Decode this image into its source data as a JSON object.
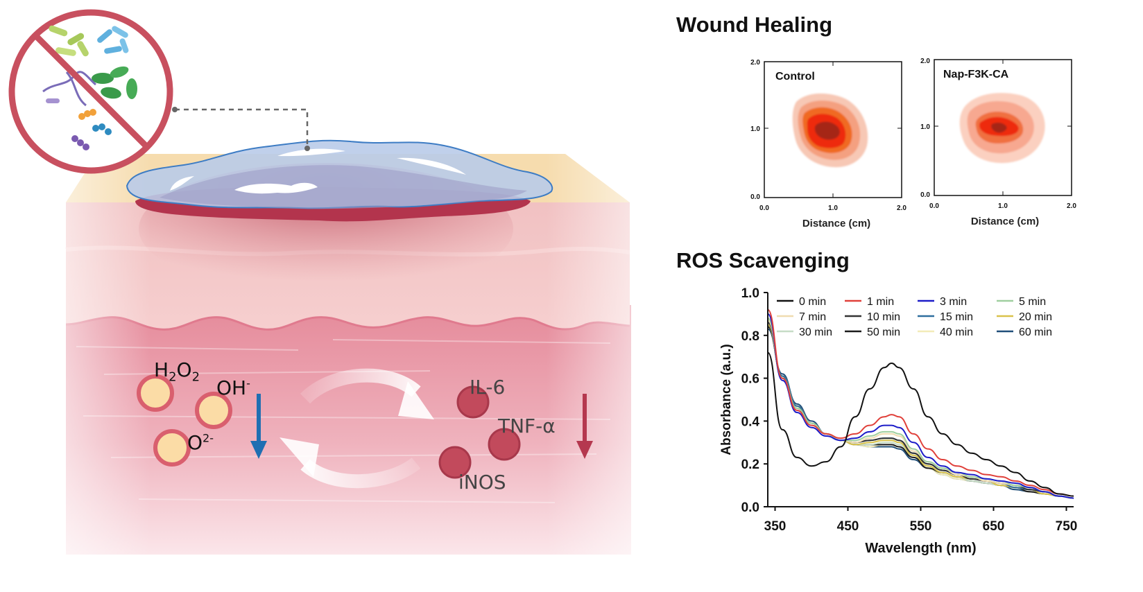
{
  "illustration": {
    "ros": {
      "h2o2_main": "H",
      "h2o2_sub1": "2",
      "h2o2_o": "O",
      "h2o2_sub2": "2",
      "oh_main": "OH",
      "oh_sup": "-",
      "o2_main": "O",
      "o2_sup": "2-"
    },
    "cytokines": [
      "IL-6",
      "TNF-α",
      "iNOS"
    ],
    "colors": {
      "ros_arrow": "#1f6fb2",
      "cytokine_arrow": "#b5384f",
      "hydrogel": "#a9c4e8",
      "skin": "#f3c6c6",
      "prohibit_sign": "#c8505f"
    }
  },
  "wound_healing": {
    "title": "Wound Healing",
    "panels": [
      {
        "label": "Control",
        "xlabel": "Distance (cm)",
        "xticks": [
          "0.0",
          "1.0",
          "2.0"
        ],
        "yticks": [
          "2.0",
          "1.0",
          "0.0"
        ]
      },
      {
        "label": "Nap-F3K-CA",
        "xlabel": "Distance (cm)",
        "xticks": [
          "0.0",
          "1.0",
          "2.0"
        ],
        "yticks": [
          "2.0",
          "1.0",
          "0.0"
        ]
      }
    ]
  },
  "ros_scavenging": {
    "title": "ROS Scavenging"
  },
  "chart_data": {
    "type": "line",
    "title": "ROS Scavenging",
    "xlabel": "Wavelength (nm)",
    "ylabel": "Absorbance (a.u.)",
    "xlim": [
      340,
      760
    ],
    "ylim": [
      0.0,
      1.0
    ],
    "xticks": [
      "350",
      "450",
      "550",
      "650",
      "750"
    ],
    "yticks": [
      "1.0",
      "0.8",
      "0.6",
      "0.4",
      "0.2",
      "0.0"
    ],
    "legend_position": "top",
    "x": [
      340,
      360,
      380,
      400,
      420,
      440,
      460,
      480,
      500,
      510,
      520,
      540,
      560,
      580,
      600,
      620,
      640,
      660,
      680,
      700,
      720,
      740,
      760
    ],
    "series": [
      {
        "name": "0 min",
        "color": "#111111",
        "values": [
          0.72,
          0.36,
          0.23,
          0.19,
          0.21,
          0.28,
          0.42,
          0.55,
          0.65,
          0.67,
          0.65,
          0.55,
          0.42,
          0.34,
          0.29,
          0.25,
          0.22,
          0.19,
          0.16,
          0.12,
          0.09,
          0.06,
          0.05
        ]
      },
      {
        "name": "1 min",
        "color": "#e0403a",
        "values": [
          0.92,
          0.6,
          0.45,
          0.38,
          0.34,
          0.32,
          0.34,
          0.38,
          0.42,
          0.43,
          0.42,
          0.34,
          0.27,
          0.22,
          0.19,
          0.17,
          0.15,
          0.14,
          0.12,
          0.1,
          0.08,
          0.06,
          0.05
        ]
      },
      {
        "name": "3 min",
        "color": "#1c1cc8",
        "values": [
          0.9,
          0.59,
          0.44,
          0.37,
          0.33,
          0.31,
          0.32,
          0.35,
          0.38,
          0.38,
          0.37,
          0.3,
          0.23,
          0.19,
          0.16,
          0.15,
          0.13,
          0.12,
          0.11,
          0.09,
          0.07,
          0.05,
          0.04
        ]
      },
      {
        "name": "5 min",
        "color": "#9fcf9f",
        "values": [
          0.88,
          0.6,
          0.46,
          0.39,
          0.34,
          0.31,
          0.31,
          0.33,
          0.35,
          0.35,
          0.34,
          0.27,
          0.21,
          0.18,
          0.16,
          0.14,
          0.13,
          0.12,
          0.1,
          0.09,
          0.07,
          0.05,
          0.04
        ]
      },
      {
        "name": "7 min",
        "color": "#f0dcb0",
        "values": [
          0.87,
          0.6,
          0.46,
          0.39,
          0.34,
          0.31,
          0.3,
          0.32,
          0.34,
          0.34,
          0.33,
          0.26,
          0.21,
          0.18,
          0.15,
          0.14,
          0.12,
          0.11,
          0.1,
          0.09,
          0.07,
          0.05,
          0.04
        ]
      },
      {
        "name": "10 min",
        "color": "#333333",
        "values": [
          0.86,
          0.6,
          0.46,
          0.39,
          0.34,
          0.31,
          0.3,
          0.31,
          0.32,
          0.32,
          0.31,
          0.25,
          0.2,
          0.17,
          0.15,
          0.13,
          0.12,
          0.11,
          0.1,
          0.08,
          0.07,
          0.05,
          0.04
        ]
      },
      {
        "name": "15 min",
        "color": "#2e6e9e",
        "values": [
          0.86,
          0.61,
          0.47,
          0.39,
          0.34,
          0.31,
          0.3,
          0.31,
          0.32,
          0.32,
          0.31,
          0.25,
          0.2,
          0.17,
          0.15,
          0.13,
          0.12,
          0.11,
          0.09,
          0.08,
          0.07,
          0.05,
          0.04
        ]
      },
      {
        "name": "20 min",
        "color": "#d9c24a",
        "values": [
          0.85,
          0.61,
          0.47,
          0.39,
          0.34,
          0.31,
          0.29,
          0.3,
          0.31,
          0.31,
          0.3,
          0.24,
          0.19,
          0.16,
          0.14,
          0.13,
          0.12,
          0.1,
          0.09,
          0.08,
          0.06,
          0.05,
          0.04
        ]
      },
      {
        "name": "30 min",
        "color": "#c6dcc6",
        "values": [
          0.85,
          0.61,
          0.47,
          0.39,
          0.34,
          0.31,
          0.29,
          0.29,
          0.3,
          0.3,
          0.29,
          0.24,
          0.19,
          0.16,
          0.14,
          0.12,
          0.11,
          0.1,
          0.09,
          0.08,
          0.06,
          0.05,
          0.04
        ]
      },
      {
        "name": "50 min",
        "color": "#1a1a1a",
        "values": [
          0.84,
          0.61,
          0.47,
          0.39,
          0.34,
          0.31,
          0.29,
          0.29,
          0.29,
          0.29,
          0.28,
          0.23,
          0.18,
          0.16,
          0.14,
          0.12,
          0.11,
          0.1,
          0.09,
          0.07,
          0.06,
          0.05,
          0.04
        ]
      },
      {
        "name": "40 min",
        "color": "#f2ecb8",
        "values": [
          0.84,
          0.61,
          0.47,
          0.39,
          0.34,
          0.31,
          0.29,
          0.28,
          0.29,
          0.29,
          0.28,
          0.23,
          0.18,
          0.15,
          0.13,
          0.12,
          0.11,
          0.1,
          0.09,
          0.07,
          0.06,
          0.05,
          0.04
        ]
      },
      {
        "name": "60 min",
        "color": "#1f4e79",
        "values": [
          0.83,
          0.62,
          0.48,
          0.4,
          0.34,
          0.31,
          0.29,
          0.28,
          0.28,
          0.28,
          0.27,
          0.22,
          0.18,
          0.15,
          0.13,
          0.12,
          0.11,
          0.1,
          0.08,
          0.07,
          0.06,
          0.05,
          0.04
        ]
      }
    ]
  }
}
